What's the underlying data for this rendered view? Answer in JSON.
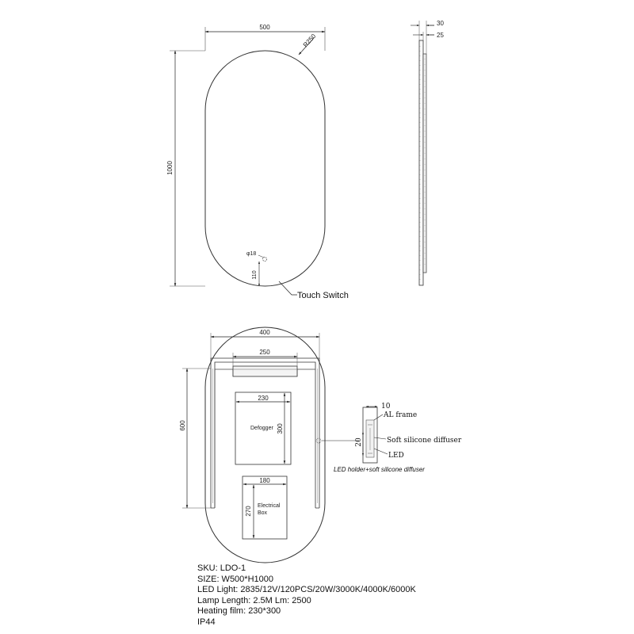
{
  "front_view": {
    "width_dim": "500",
    "height_dim": "1000",
    "radius_dim": "R250",
    "hole_dim": "φ18",
    "switch_offset_dim": "110",
    "switch_label": "Touch Switch"
  },
  "side_view": {
    "depth_outer_dim": "30",
    "depth_inner_dim": "25"
  },
  "back_view": {
    "led_span_dim": "400",
    "bracket_dim": "250",
    "defogger_width_dim": "230",
    "defogger_height_dim": "300",
    "defogger_label": "Defogger",
    "led_height_dim": "600",
    "box_width_dim": "180",
    "box_height_dim": "270",
    "box_label_line1": "Electrical",
    "box_label_line2": "Box"
  },
  "section_detail": {
    "thickness_dim": "10",
    "height_dim": "20",
    "al_frame_label": "AL frame",
    "diffuser_label": "Soft silicone diffuser",
    "led_label": "LED",
    "caption": "LED holder+soft silicone diffuser"
  },
  "specs": {
    "sku": "SKU: LDO-1",
    "size": "SIZE: W500*H1000",
    "led_light": "LED Light: 2835/12V/120PCS/20W/3000K/4000K/6000K",
    "lamp": "Lamp Length: 2.5M  Lm: 2500",
    "heating": "Heating film: 230*300",
    "ip": "IP44"
  }
}
